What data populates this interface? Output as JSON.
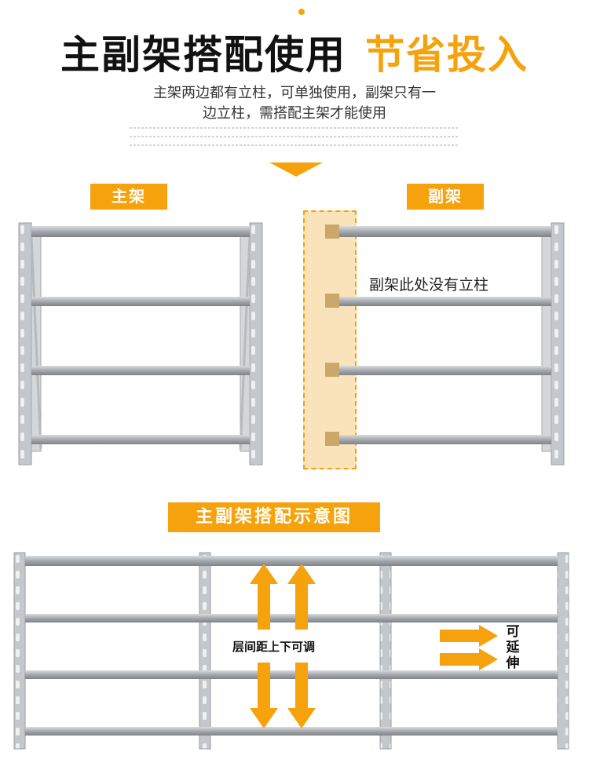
{
  "headline": {
    "part1": "主副架搭配使用",
    "part2": "节省投入"
  },
  "subtitle": {
    "line1": "主架两边都有立柱，可单独使用，副架只有一",
    "line2": "边立柱，需搭配主架才能使用"
  },
  "labels": {
    "main_rack": "主架",
    "sub_rack": "副架",
    "sub_no_post": "副架此处没有立柱",
    "diagram_title": "主副架搭配示意图",
    "adjustable": "层间距上下可调",
    "extendable": "可延伸"
  },
  "colors": {
    "accent": "#f5a20c",
    "steel": "#b9bcc0",
    "steel_dark": "#8d9196",
    "highlight": "#f5cc82"
  },
  "icons": [
    "up-arrow-icon",
    "down-arrow-icon",
    "right-arrow-icon"
  ]
}
